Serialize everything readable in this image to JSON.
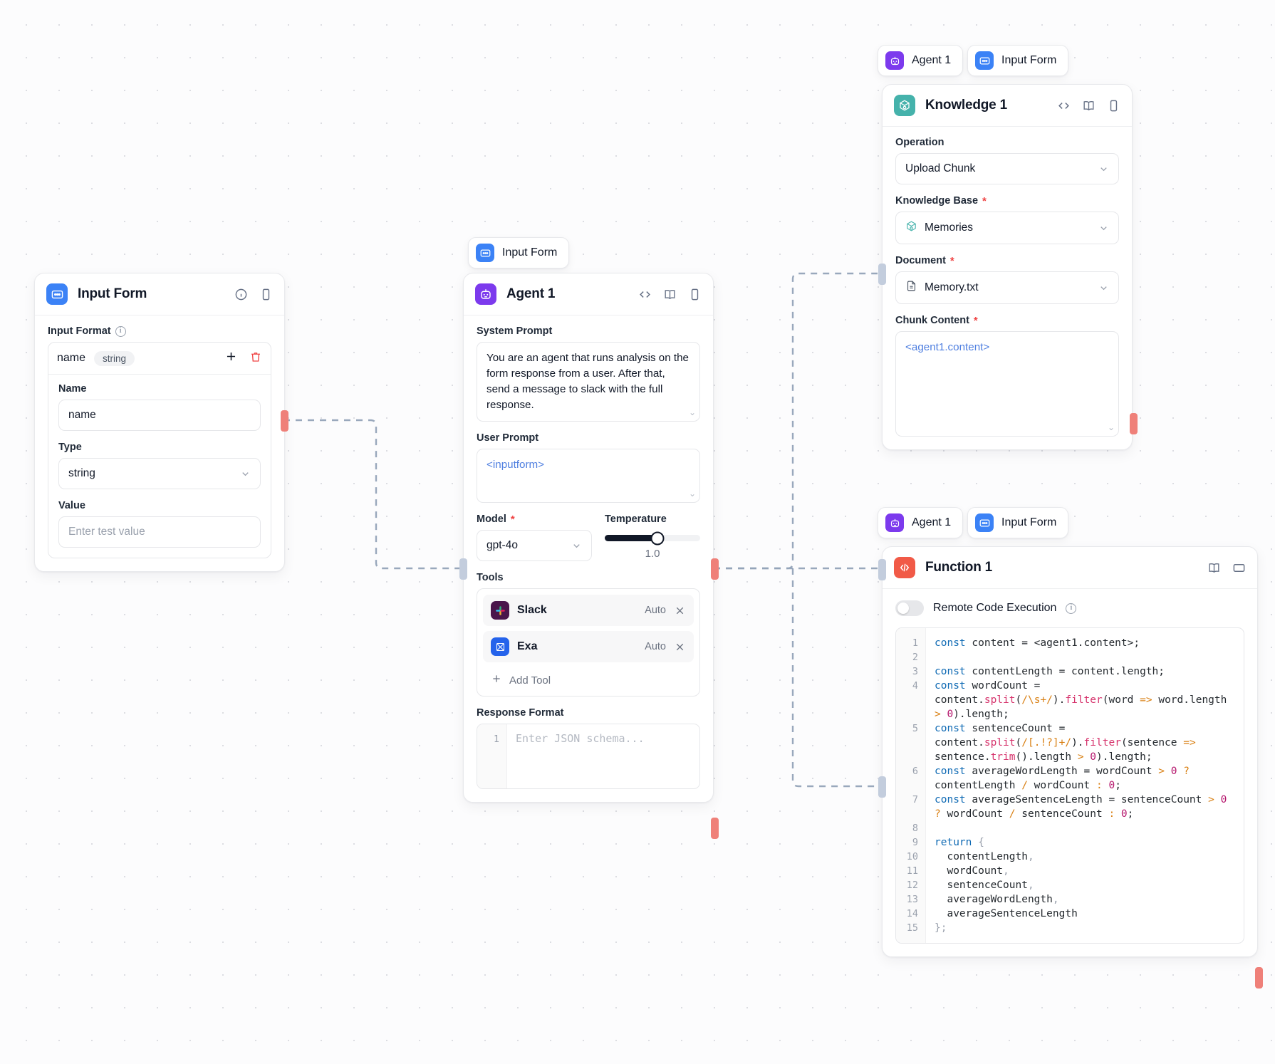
{
  "canvas": {
    "background": "#fcfcfd",
    "grid_dot_color": "#dcdde2"
  },
  "colors": {
    "input_form": "#3b82f6",
    "agent": "#7c3aed",
    "knowledge": "#45b2ab",
    "function": "#f15a47",
    "edge": "#94a3b8",
    "handle_in": "#c3cddd",
    "handle_out": "#ef8079",
    "required_asterisk": "#ef4444",
    "variable_token": "#4f7fe0"
  },
  "pills": [
    {
      "label": "Input Form",
      "icon": "input-form-icon",
      "variant": "blue"
    },
    {
      "label": "Agent 1",
      "icon": "agent-icon",
      "variant": "purple"
    },
    {
      "label": "Input Form",
      "icon": "input-form-icon",
      "variant": "blue"
    },
    {
      "label": "Agent 1",
      "icon": "agent-icon",
      "variant": "purple"
    },
    {
      "label": "Input Form",
      "icon": "input-form-icon",
      "variant": "blue"
    }
  ],
  "input_form_node": {
    "title": "Input Form",
    "icon": "input-form-icon",
    "header_icons": [
      "info-icon",
      "panel-icon"
    ],
    "input_format_label": "Input Format",
    "row": {
      "name": "name",
      "type_tag": "string",
      "add_icon": "plus-icon",
      "delete_icon": "trash-icon"
    },
    "fields": [
      {
        "label": "Name",
        "value": "name",
        "placeholder": ""
      },
      {
        "label": "Type",
        "value": "string",
        "placeholder": "",
        "kind": "select"
      },
      {
        "label": "Value",
        "value": "",
        "placeholder": "Enter test value"
      }
    ]
  },
  "agent_node": {
    "title": "Agent 1",
    "icon": "agent-icon",
    "header_icons": [
      "code-icon",
      "book-icon",
      "panel-icon"
    ],
    "system_prompt": {
      "label": "System Prompt",
      "value": "You are an agent that runs analysis on the form response from a user. After that, send a message to slack with the full response."
    },
    "user_prompt": {
      "label": "User Prompt",
      "value": "<inputform>"
    },
    "model": {
      "label": "Model",
      "required": true,
      "value": "gpt-4o"
    },
    "temperature": {
      "label": "Temperature",
      "value": "1.0",
      "fill_percent": 55
    },
    "tools": {
      "label": "Tools",
      "items": [
        {
          "name": "Slack",
          "mode": "Auto",
          "icon": "slack-icon"
        },
        {
          "name": "Exa",
          "mode": "Auto",
          "icon": "exa-icon"
        }
      ],
      "add_label": "Add Tool"
    },
    "response_format": {
      "label": "Response Format",
      "placeholder": "Enter JSON schema...",
      "line_number": "1"
    }
  },
  "knowledge_node": {
    "title": "Knowledge 1",
    "icon": "knowledge-icon",
    "header_icons": [
      "code-icon",
      "book-icon",
      "panel-icon"
    ],
    "operation": {
      "label": "Operation",
      "value": "Upload Chunk"
    },
    "knowledge_base": {
      "label": "Knowledge Base",
      "required": true,
      "value": "Memories",
      "icon": "knowledge-icon"
    },
    "document": {
      "label": "Document",
      "required": true,
      "value": "Memory.txt",
      "icon": "file-icon"
    },
    "chunk_content": {
      "label": "Chunk Content",
      "required": true,
      "value": "<agent1.content>"
    }
  },
  "function_node": {
    "title": "Function 1",
    "icon": "code-brackets-icon",
    "header_icons": [
      "book-icon",
      "window-icon"
    ],
    "remote_code_execution": {
      "label": "Remote Code Execution",
      "enabled": false,
      "info_icon": "info-icon"
    },
    "code_lines": [
      {
        "n": "1",
        "html": "<span class='k-kw'>const</span> content = &lt;agent1.content&gt;;"
      },
      {
        "n": "2",
        "html": ""
      },
      {
        "n": "3",
        "html": "<span class='k-kw'>const</span> contentLength = content.length;"
      },
      {
        "n": "4",
        "html": "<span class='k-kw'>const</span> wordCount = content.<span class='k-fn'>split</span>(<span class='k-re'>/\\s+/</span>).<span class='k-fn'>filter</span>(word <span class='k-op'>=&gt;</span> word.length <span class='k-op'>&gt;</span> <span class='k-num'>0</span>).length;"
      },
      {
        "n": "5",
        "html": "<span class='k-kw'>const</span> sentenceCount = content.<span class='k-fn'>split</span>(<span class='k-re'>/[.!?]+/</span>).<span class='k-fn'>filter</span>(sentence <span class='k-op'>=&gt;</span> sentence.<span class='k-fn'>trim</span>().length <span class='k-op'>&gt;</span> <span class='k-num'>0</span>).length;"
      },
      {
        "n": "6",
        "html": "<span class='k-kw'>const</span> averageWordLength = wordCount <span class='k-op'>&gt;</span> <span class='k-num'>0</span> <span class='k-op'>?</span> contentLength <span class='k-op'>/</span> wordCount <span class='k-op'>:</span> <span class='k-num'>0</span>;"
      },
      {
        "n": "7",
        "html": "<span class='k-kw'>const</span> averageSentenceLength = sentenceCount <span class='k-op'>&gt;</span> <span class='k-num'>0</span> <span class='k-op'>?</span> wordCount <span class='k-op'>/</span> sentenceCount <span class='k-op'>:</span> <span class='k-num'>0</span>;"
      },
      {
        "n": "8",
        "html": ""
      },
      {
        "n": "9",
        "html": "<span class='k-kw'>return</span> <span class='k-pun'>{</span>"
      },
      {
        "n": "10",
        "html": "  contentLength<span class='k-pun'>,</span>"
      },
      {
        "n": "11",
        "html": "  wordCount<span class='k-pun'>,</span>"
      },
      {
        "n": "12",
        "html": "  sentenceCount<span class='k-pun'>,</span>"
      },
      {
        "n": "13",
        "html": "  averageWordLength<span class='k-pun'>,</span>"
      },
      {
        "n": "14",
        "html": "  averageSentenceLength"
      },
      {
        "n": "15",
        "html": "<span class='k-pun'>};</span>"
      }
    ]
  }
}
